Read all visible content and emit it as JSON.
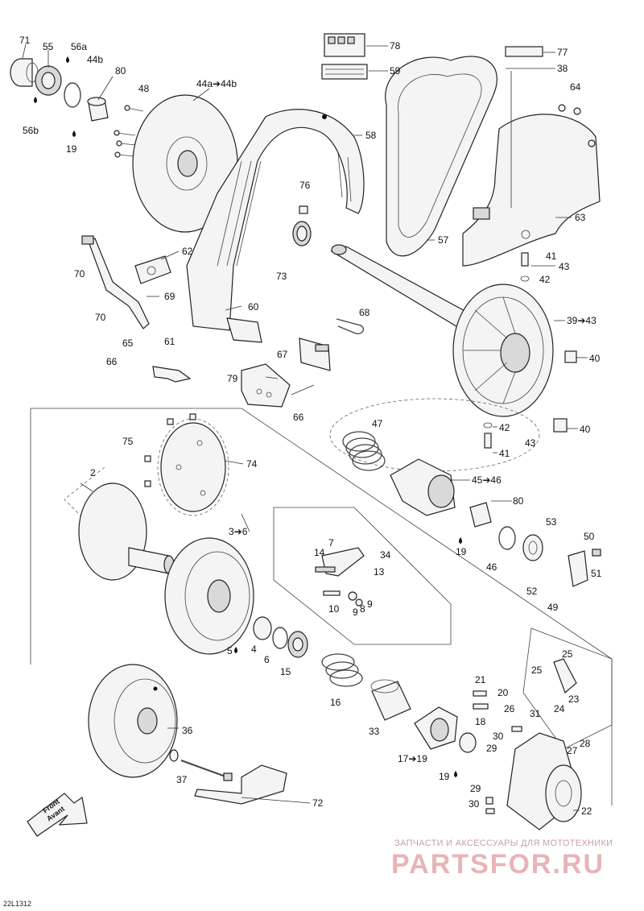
{
  "diagram_code": "22L1312",
  "watermark": {
    "subtitle": "ЗАПЧАСТИ И АКСЕССУАРЫ ДЛЯ МОТОТЕХНИКИ",
    "brand": "PARTSFOR.RU"
  },
  "front_arrow": {
    "line1": "Front",
    "line2": "Avant"
  },
  "labels": {
    "p71": "71",
    "p55": "55",
    "p56a": "56a",
    "p44b": "44b",
    "p80a": "80",
    "p56b": "56b",
    "p19a": "19",
    "p48": "48",
    "p44ab": "44a➔44b",
    "p78": "78",
    "p59": "59",
    "p77": "77",
    "p38": "38",
    "p64": "64",
    "p58": "58",
    "p76": "76",
    "p73": "73",
    "p57": "57",
    "p63": "63",
    "p62": "62",
    "p70a": "70",
    "p69": "69",
    "p70b": "70",
    "p60": "60",
    "p61": "61",
    "p65": "65",
    "p66a": "66",
    "p68": "68",
    "p67": "67",
    "p79": "79",
    "p66b": "66",
    "p41a": "41",
    "p43a": "43",
    "p42a": "42",
    "p39": "39➔43",
    "p40a": "40",
    "p40b": "40",
    "p42b": "42",
    "p43b": "43",
    "p41b": "41",
    "p47": "47",
    "p45": "45➔46",
    "p75": "75",
    "p74": "74",
    "p2": "2",
    "p80b": "80",
    "p19b": "19",
    "p53": "53",
    "p50": "50",
    "p46": "46",
    "p51": "51",
    "p52": "52",
    "p49": "49",
    "p36": "3➔6",
    "p7": "7",
    "p14": "14",
    "p34": "34",
    "p13": "13",
    "p10": "10",
    "p9a": "9",
    "p8": "8",
    "p9b": "9",
    "p5": "5",
    "p4": "4",
    "p6": "6",
    "p15": "15",
    "p16": "16",
    "p33": "33",
    "p21": "21",
    "p20": "20",
    "p25a": "25",
    "p25b": "25",
    "p23": "23",
    "p24": "24",
    "p26": "26",
    "p31": "31",
    "p18": "18",
    "p30a": "30",
    "p28": "28",
    "p27": "27",
    "p29a": "29",
    "p17": "17➔19",
    "p19c": "19",
    "p36b": "36",
    "p37": "37",
    "p72": "72",
    "p29b": "29",
    "p30b": "30",
    "p22": "22"
  }
}
